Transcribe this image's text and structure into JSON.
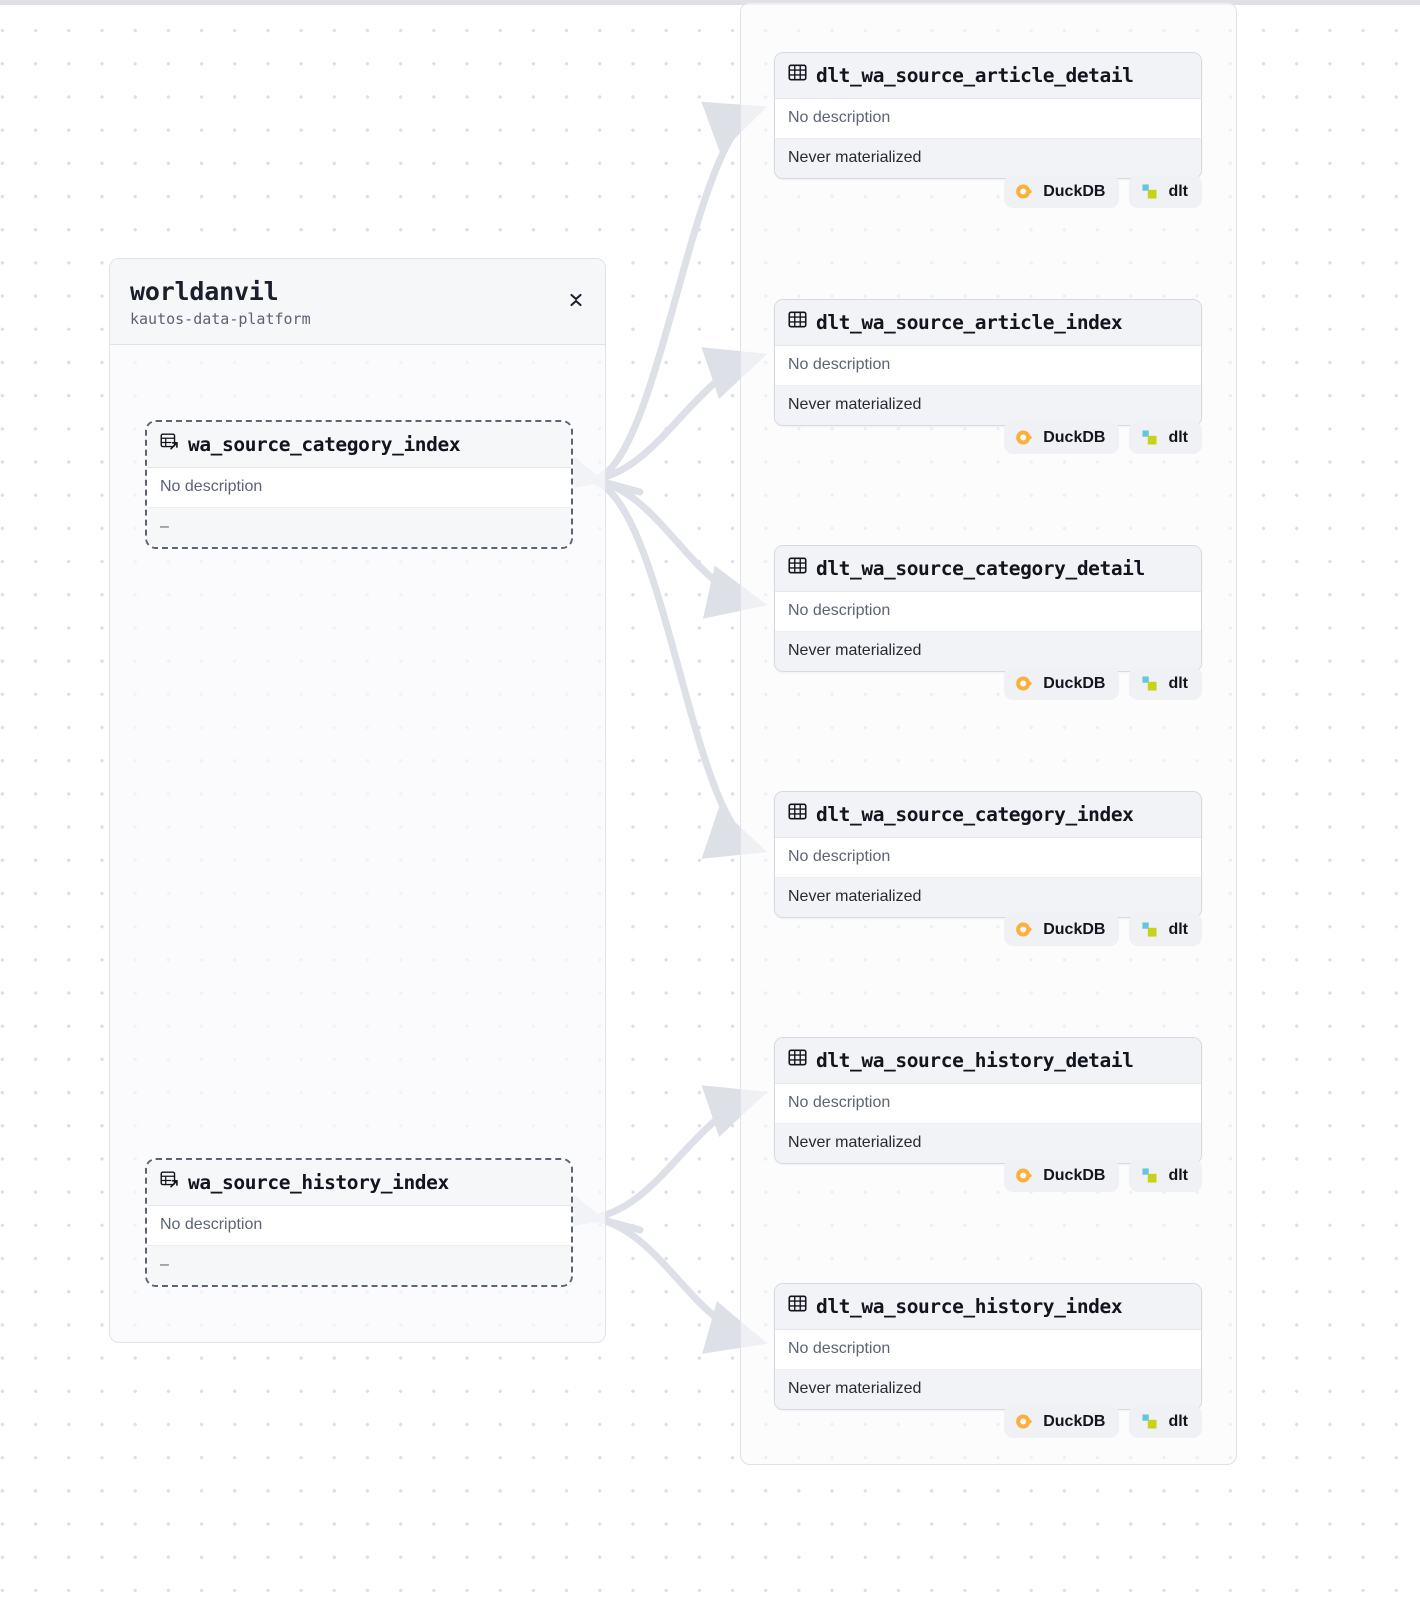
{
  "canvas": {
    "background_color": "#ffffff",
    "dot_color": "#dcdfe6"
  },
  "groups": [
    {
      "id": "worldanvil",
      "title": "worldanvil",
      "subtitle": "kautos-data-platform",
      "collapse_icon": "collapse-vertical-icon"
    }
  ],
  "source_nodes": [
    {
      "title": "wa_source_category_index",
      "icon": "table-external-icon",
      "description": "No description",
      "status": "–"
    },
    {
      "title": "wa_source_history_index",
      "icon": "table-external-icon",
      "description": "No description",
      "status": "–"
    }
  ],
  "target_nodes": [
    {
      "title": "dlt_wa_source_article_detail",
      "icon": "table-icon",
      "description": "No description",
      "status": "Never materialized",
      "badges": [
        {
          "label": "DuckDB",
          "icon": "duckdb-icon",
          "color": "#fbb03b"
        },
        {
          "label": "dlt",
          "icon": "dlt-icon",
          "color": "#c8d21a"
        }
      ]
    },
    {
      "title": "dlt_wa_source_article_index",
      "icon": "table-icon",
      "description": "No description",
      "status": "Never materialized",
      "badges": [
        {
          "label": "DuckDB",
          "icon": "duckdb-icon",
          "color": "#fbb03b"
        },
        {
          "label": "dlt",
          "icon": "dlt-icon",
          "color": "#c8d21a"
        }
      ]
    },
    {
      "title": "dlt_wa_source_category_detail",
      "icon": "table-icon",
      "description": "No description",
      "status": "Never materialized",
      "badges": [
        {
          "label": "DuckDB",
          "icon": "duckdb-icon",
          "color": "#fbb03b"
        },
        {
          "label": "dlt",
          "icon": "dlt-icon",
          "color": "#c8d21a"
        }
      ]
    },
    {
      "title": "dlt_wa_source_category_index",
      "icon": "table-icon",
      "description": "No description",
      "status": "Never materialized",
      "badges": [
        {
          "label": "DuckDB",
          "icon": "duckdb-icon",
          "color": "#fbb03b"
        },
        {
          "label": "dlt",
          "icon": "dlt-icon",
          "color": "#c8d21a"
        }
      ]
    },
    {
      "title": "dlt_wa_source_history_detail",
      "icon": "table-icon",
      "description": "No description",
      "status": "Never materialized",
      "badges": [
        {
          "label": "DuckDB",
          "icon": "duckdb-icon",
          "color": "#fbb03b"
        },
        {
          "label": "dlt",
          "icon": "dlt-icon",
          "color": "#c8d21a"
        }
      ]
    },
    {
      "title": "dlt_wa_source_history_index",
      "icon": "table-icon",
      "description": "No description",
      "status": "Never materialized",
      "badges": [
        {
          "label": "DuckDB",
          "icon": "duckdb-icon",
          "color": "#fbb03b"
        },
        {
          "label": "dlt",
          "icon": "dlt-icon",
          "color": "#c8d21a"
        }
      ]
    }
  ],
  "edges": {
    "color": "#dde0e6",
    "connections": [
      {
        "from": "wa_source_category_index",
        "to": "dlt_wa_source_article_detail"
      },
      {
        "from": "wa_source_category_index",
        "to": "dlt_wa_source_article_index"
      },
      {
        "from": "wa_source_category_index",
        "to": "dlt_wa_source_category_detail"
      },
      {
        "from": "wa_source_category_index",
        "to": "dlt_wa_source_category_index"
      },
      {
        "from": "wa_source_history_index",
        "to": "dlt_wa_source_history_detail"
      },
      {
        "from": "wa_source_history_index",
        "to": "dlt_wa_source_history_index"
      }
    ]
  }
}
